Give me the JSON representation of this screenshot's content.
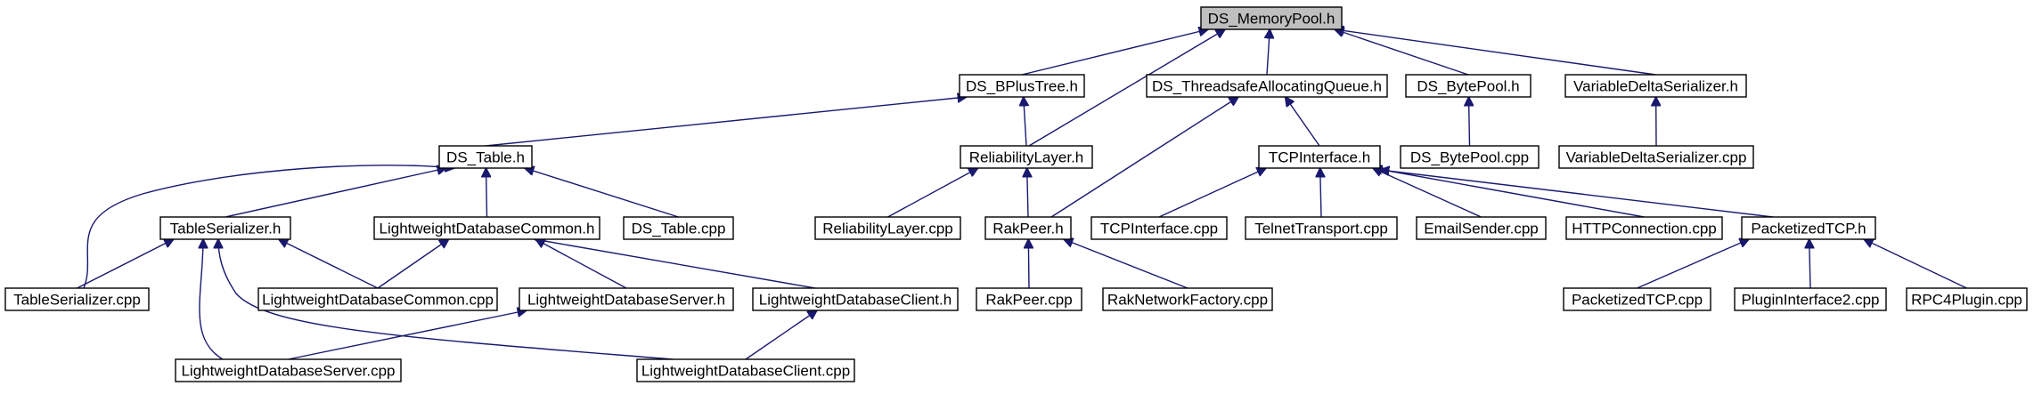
{
  "graph": {
    "nodes": [
      {
        "id": "mempool",
        "label": "DS_MemoryPool.h",
        "root": true
      },
      {
        "id": "bplus",
        "label": "DS_BPlusTree.h"
      },
      {
        "id": "tsq",
        "label": "DS_ThreadsafeAllocatingQueue.h"
      },
      {
        "id": "bytepool",
        "label": "DS_BytePool.h"
      },
      {
        "id": "vds",
        "label": "VariableDeltaSerializer.h"
      },
      {
        "id": "table",
        "label": "DS_Table.h"
      },
      {
        "id": "rlayer",
        "label": "ReliabilityLayer.h"
      },
      {
        "id": "tcpi",
        "label": "TCPInterface.h"
      },
      {
        "id": "bytepoolcpp",
        "label": "DS_BytePool.cpp"
      },
      {
        "id": "vdscpp",
        "label": "VariableDeltaSerializer.cpp"
      },
      {
        "id": "tser",
        "label": "TableSerializer.h"
      },
      {
        "id": "ldbc",
        "label": "LightweightDatabaseCommon.h"
      },
      {
        "id": "tablecpp",
        "label": "DS_Table.cpp"
      },
      {
        "id": "rlayercpp",
        "label": "ReliabilityLayer.cpp"
      },
      {
        "id": "rakpeer",
        "label": "RakPeer.h"
      },
      {
        "id": "tcpicpp",
        "label": "TCPInterface.cpp"
      },
      {
        "id": "telnet",
        "label": "TelnetTransport.cpp"
      },
      {
        "id": "email",
        "label": "EmailSender.cpp"
      },
      {
        "id": "http",
        "label": "HTTPConnection.cpp"
      },
      {
        "id": "ptcp",
        "label": "PacketizedTCP.h"
      },
      {
        "id": "tsercpp",
        "label": "TableSerializer.cpp"
      },
      {
        "id": "ldbccpp",
        "label": "LightweightDatabaseCommon.cpp"
      },
      {
        "id": "ldbs",
        "label": "LightweightDatabaseServer.h"
      },
      {
        "id": "ldbcl",
        "label": "LightweightDatabaseClient.h"
      },
      {
        "id": "rakpeercpp",
        "label": "RakPeer.cpp"
      },
      {
        "id": "raknf",
        "label": "RakNetworkFactory.cpp"
      },
      {
        "id": "ptcpcpp",
        "label": "PacketizedTCP.cpp"
      },
      {
        "id": "pi2",
        "label": "PluginInterface2.cpp"
      },
      {
        "id": "rpc4",
        "label": "RPC4Plugin.cpp"
      },
      {
        "id": "ldbscpp",
        "label": "LightweightDatabaseServer.cpp"
      },
      {
        "id": "ldbclcpp",
        "label": "LightweightDatabaseClient.cpp"
      }
    ],
    "edges": [
      [
        "bplus",
        "mempool"
      ],
      [
        "rlayer",
        "mempool"
      ],
      [
        "tsq",
        "mempool"
      ],
      [
        "bytepool",
        "mempool"
      ],
      [
        "vds",
        "mempool"
      ],
      [
        "table",
        "bplus"
      ],
      [
        "rlayer",
        "bplus"
      ],
      [
        "rakpeer",
        "tsq"
      ],
      [
        "tcpi",
        "tsq"
      ],
      [
        "bytepoolcpp",
        "bytepool"
      ],
      [
        "vdscpp",
        "vds"
      ],
      [
        "tsercpp",
        "table"
      ],
      [
        "tser",
        "table"
      ],
      [
        "ldbc",
        "table"
      ],
      [
        "tablecpp",
        "table"
      ],
      [
        "rlayercpp",
        "rlayer"
      ],
      [
        "rakpeer",
        "rlayer"
      ],
      [
        "tcpicpp",
        "tcpi"
      ],
      [
        "telnet",
        "tcpi"
      ],
      [
        "email",
        "tcpi"
      ],
      [
        "http",
        "tcpi"
      ],
      [
        "ptcp",
        "tcpi"
      ],
      [
        "tsercpp",
        "tser"
      ],
      [
        "ldbccpp",
        "tser"
      ],
      [
        "ldbscpp",
        "tser"
      ],
      [
        "ldbclcpp",
        "tser"
      ],
      [
        "ldbccpp",
        "ldbc"
      ],
      [
        "ldbs",
        "ldbc"
      ],
      [
        "ldbcl",
        "ldbc"
      ],
      [
        "rakpeercpp",
        "rakpeer"
      ],
      [
        "raknf",
        "rakpeer"
      ],
      [
        "ptcpcpp",
        "ptcp"
      ],
      [
        "pi2",
        "ptcp"
      ],
      [
        "rpc4",
        "ptcp"
      ],
      [
        "ldbscpp",
        "ldbs"
      ],
      [
        "ldbclcpp",
        "ldbcl"
      ]
    ]
  }
}
